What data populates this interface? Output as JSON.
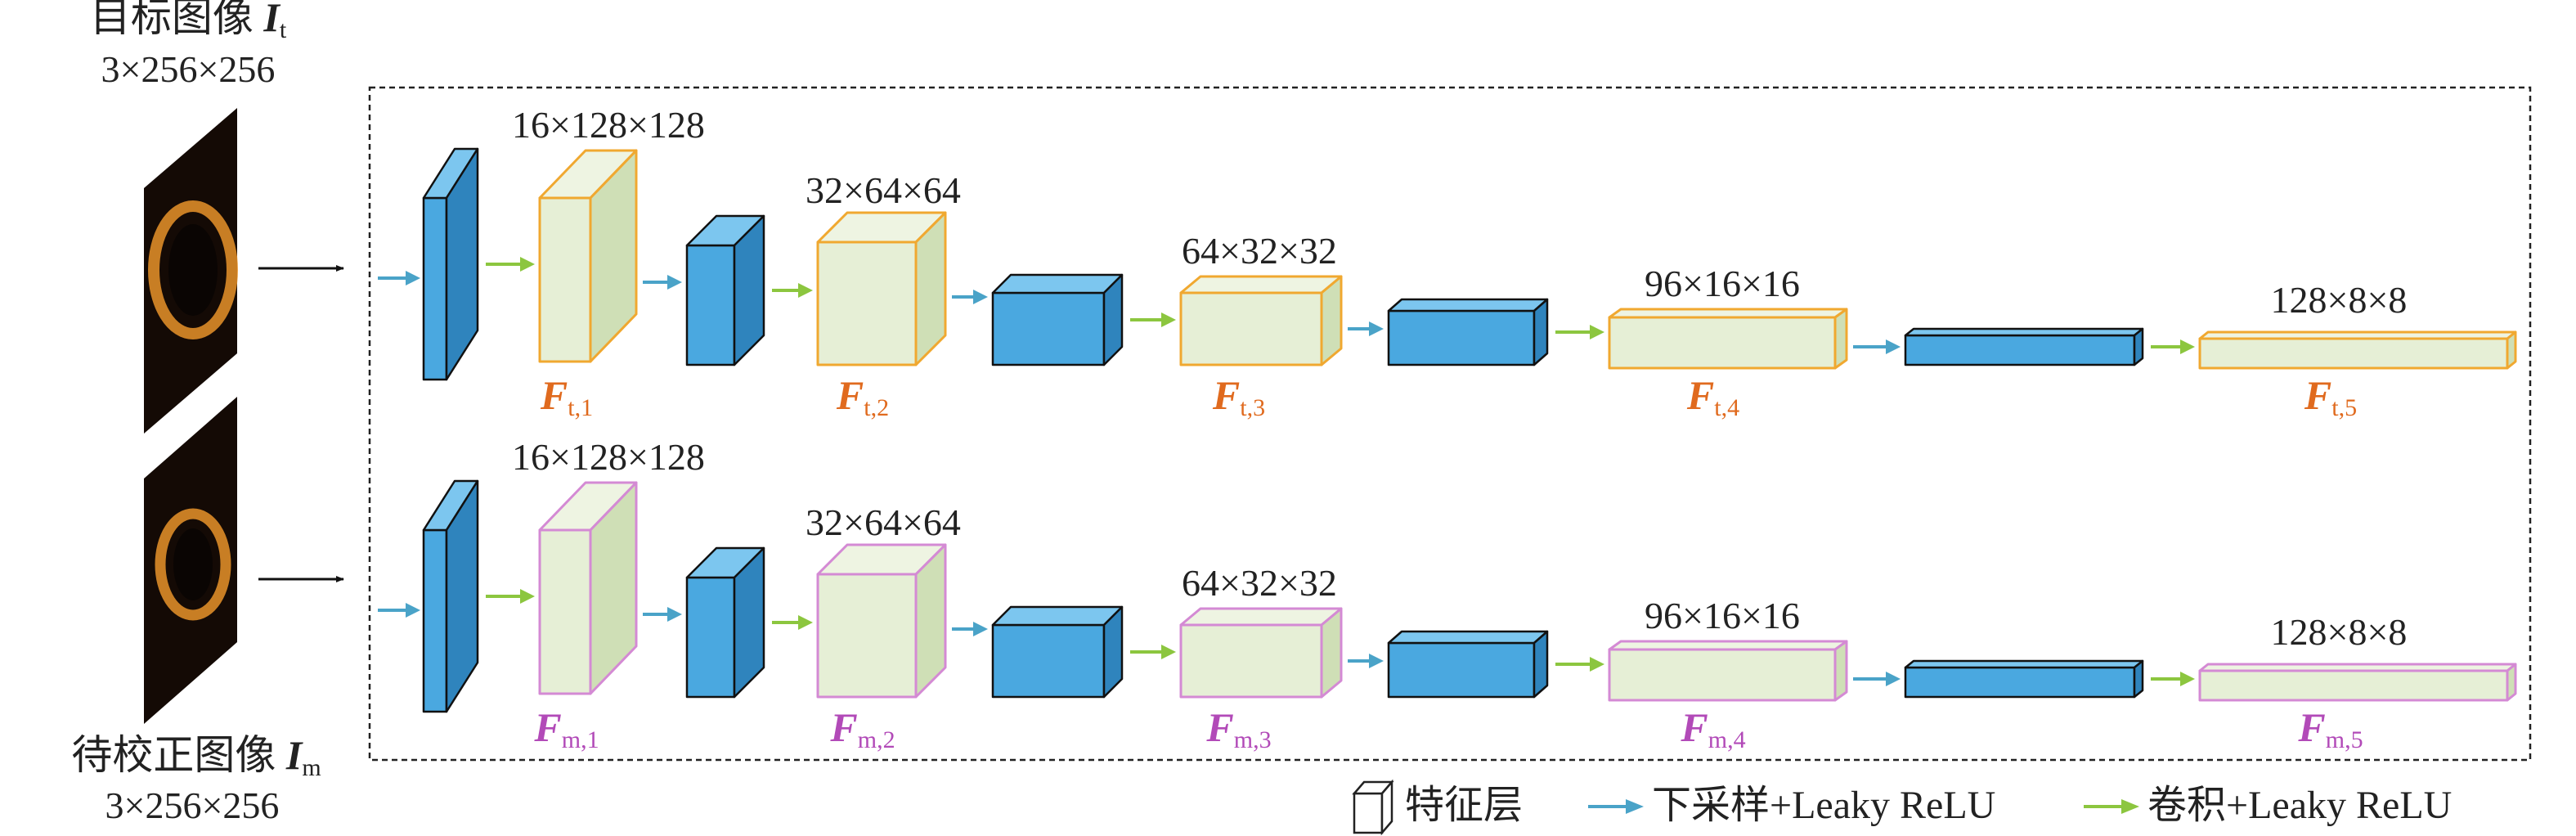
{
  "inputs": {
    "target": {
      "title": "目标图像 ",
      "var": "I",
      "sub": "t",
      "size": "3×256×256"
    },
    "moving": {
      "title": "待校正图像 ",
      "var": "I",
      "sub": "m",
      "size": "3×256×256"
    }
  },
  "streams": [
    {
      "id": "t",
      "feature_color": "#f0a830",
      "name_color": "#e06a1e",
      "sizes": [
        "16×128×128",
        "32×64×64",
        "64×32×32",
        "96×16×16",
        "128×8×8"
      ],
      "names": [
        {
          "var": "F",
          "sub": "t,1"
        },
        {
          "var": "F",
          "sub": "t,2"
        },
        {
          "var": "F",
          "sub": "t,3"
        },
        {
          "var": "F",
          "sub": "t,4"
        },
        {
          "var": "F",
          "sub": "t,5"
        }
      ]
    },
    {
      "id": "m",
      "feature_color": "#d48ad4",
      "name_color": "#b24ab8",
      "sizes": [
        "16×128×128",
        "32×64×64",
        "64×32×32",
        "96×16×16",
        "128×8×8"
      ],
      "names": [
        {
          "var": "F",
          "sub": "m,1"
        },
        {
          "var": "F",
          "sub": "m,2"
        },
        {
          "var": "F",
          "sub": "m,3"
        },
        {
          "var": "F",
          "sub": "m,4"
        },
        {
          "var": "F",
          "sub": "m,5"
        }
      ]
    }
  ],
  "legend": {
    "feature_layer": "特征层",
    "downsample": "下采样+Leaky ReLU",
    "conv": "卷积+Leaky ReLU"
  },
  "colors": {
    "blue_block": "#4aa8e0",
    "feature_fill": "#e6efd6",
    "downsample_arrow": "#4aa3c8",
    "conv_arrow": "#8cc63f"
  }
}
